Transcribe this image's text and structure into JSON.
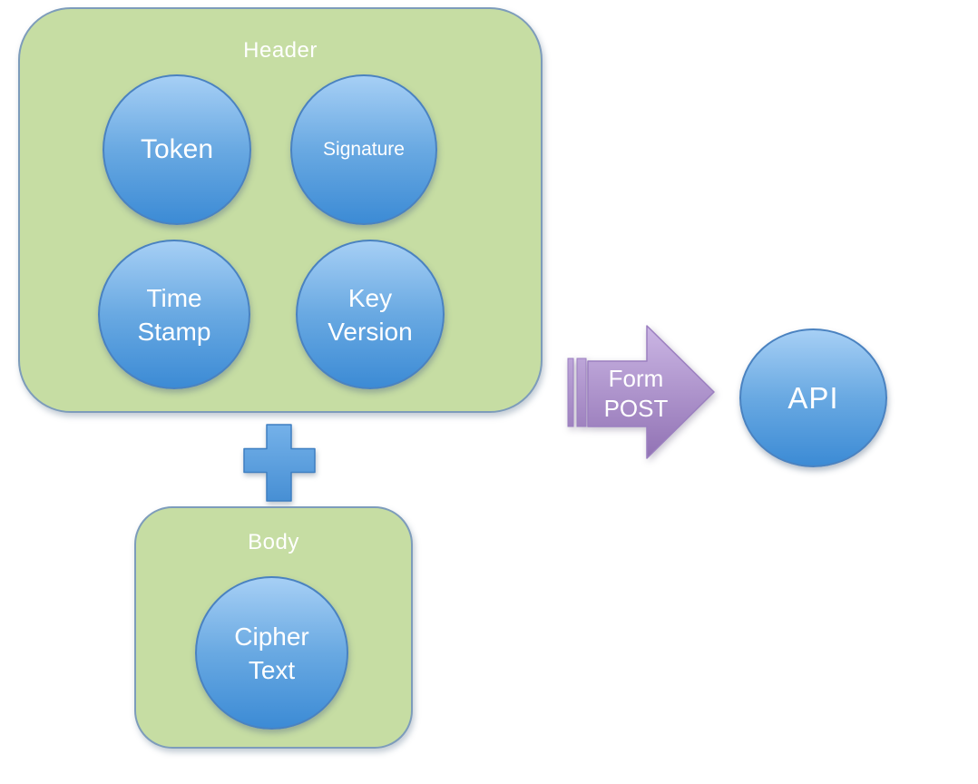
{
  "colors": {
    "canvas-bg": "#ffffff",
    "group-fill": "#c6dda3",
    "group-border": "#7d9cbb",
    "node-top": "#a6cff5",
    "node-bottom": "#3c8bd5",
    "node-border": "#4a82c0",
    "plus-top": "#74b1e9",
    "plus-bottom": "#478fd4",
    "plus-border": "#3e7fc2",
    "arrow-top": "#cbb6e4",
    "arrow-bottom": "#9172b4",
    "arrow-border": "#9b7fc0",
    "label-color": "#ffffff"
  },
  "icons": {
    "plus": "plus-icon",
    "arrow": "striped-right-arrow-icon"
  },
  "groups": {
    "header": {
      "label": "Header",
      "nodes": [
        {
          "id": "token",
          "label": "Token"
        },
        {
          "id": "signature",
          "label": "Signature"
        },
        {
          "id": "time-stamp",
          "label": "Time\nStamp"
        },
        {
          "id": "key-version",
          "label": "Key\nVersion"
        }
      ]
    },
    "body": {
      "label": "Body",
      "nodes": [
        {
          "id": "cipher-text",
          "label": "Cipher\nText"
        }
      ]
    }
  },
  "arrow": {
    "label": "Form\nPOST"
  },
  "api": {
    "label": "API"
  }
}
